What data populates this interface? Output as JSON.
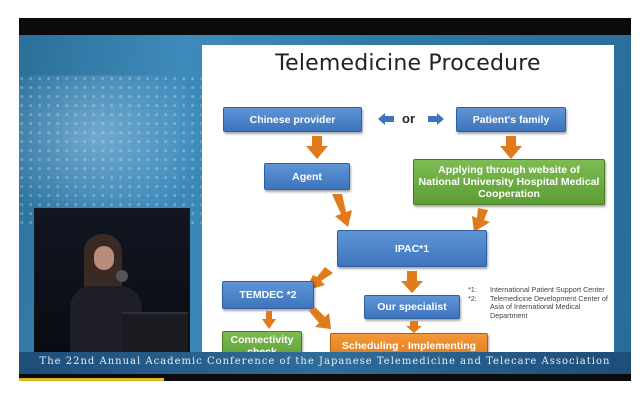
{
  "slide": {
    "title": "Telemedicine Procedure",
    "or": "or",
    "boxes": {
      "chinese_provider": "Chinese provider",
      "patients_family": "Patient's family",
      "agent": "Agent",
      "applying": "Applying through website of National University Hospital Medical Cooperation",
      "ipac": "IPAC*1",
      "temdec": "TEMDEC *2",
      "our_specialist": "Our specialist",
      "connectivity": "Connectivity check",
      "scheduling": "Scheduling · Implementing"
    },
    "notes": [
      {
        "key": "*1:",
        "text": "International Patient Support Center"
      },
      {
        "key": "*2:",
        "text": "Telemedicine Development Center of Asia of International Medical Department"
      }
    ]
  },
  "banner": "The 22nd Annual Academic Conference of the Japanese Telemedicine and Telecare Association",
  "colors": {
    "blue_box": "#4a80c8",
    "green_box": "#6aa83e",
    "orange_box": "#e8862a",
    "arrow_orange": "#e07a1a",
    "arrow_blue": "#3d74bd"
  }
}
